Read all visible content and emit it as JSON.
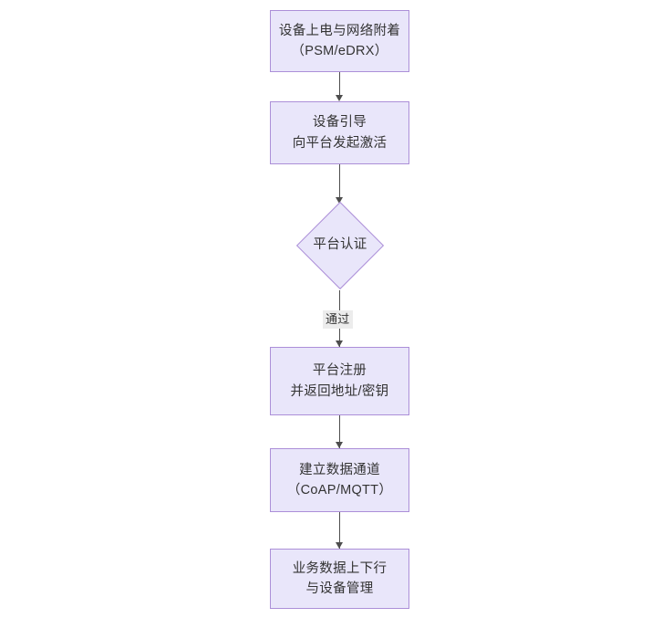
{
  "diagram": {
    "type": "flowchart",
    "orientation": "top-to-bottom",
    "background_color": "#ffffff",
    "node_fill_color": "#e9e6fa",
    "node_border_color": "#ac8fd8",
    "connector_color": "#4d4d4d",
    "text_color": "#333333",
    "edge_label_background": "#ececec",
    "nodes": [
      {
        "id": "power-on",
        "shape": "rectangle",
        "line1": "设备上电与网络附着",
        "line2": "（PSM/eDRX）"
      },
      {
        "id": "bootstrap",
        "shape": "rectangle",
        "line1": "设备引导",
        "line2": "向平台发起激活"
      },
      {
        "id": "auth",
        "shape": "diamond",
        "line1": "平台认证"
      },
      {
        "id": "register",
        "shape": "rectangle",
        "line1": "平台注册",
        "line2": "并返回地址/密钥"
      },
      {
        "id": "data-channel",
        "shape": "rectangle",
        "line1": "建立数据通道",
        "line2": "（CoAP/MQTT）"
      },
      {
        "id": "business-data",
        "shape": "rectangle",
        "line1": "业务数据上下行",
        "line2": "与设备管理"
      }
    ],
    "edges": [
      {
        "id": "e1",
        "from": "power-on",
        "to": "bootstrap",
        "label": ""
      },
      {
        "id": "e2",
        "from": "bootstrap",
        "to": "auth",
        "label": ""
      },
      {
        "id": "e3",
        "from": "auth",
        "to": "register",
        "label": "通过"
      },
      {
        "id": "e4",
        "from": "register",
        "to": "data-channel",
        "label": ""
      },
      {
        "id": "e5",
        "from": "data-channel",
        "to": "business-data",
        "label": ""
      }
    ]
  }
}
